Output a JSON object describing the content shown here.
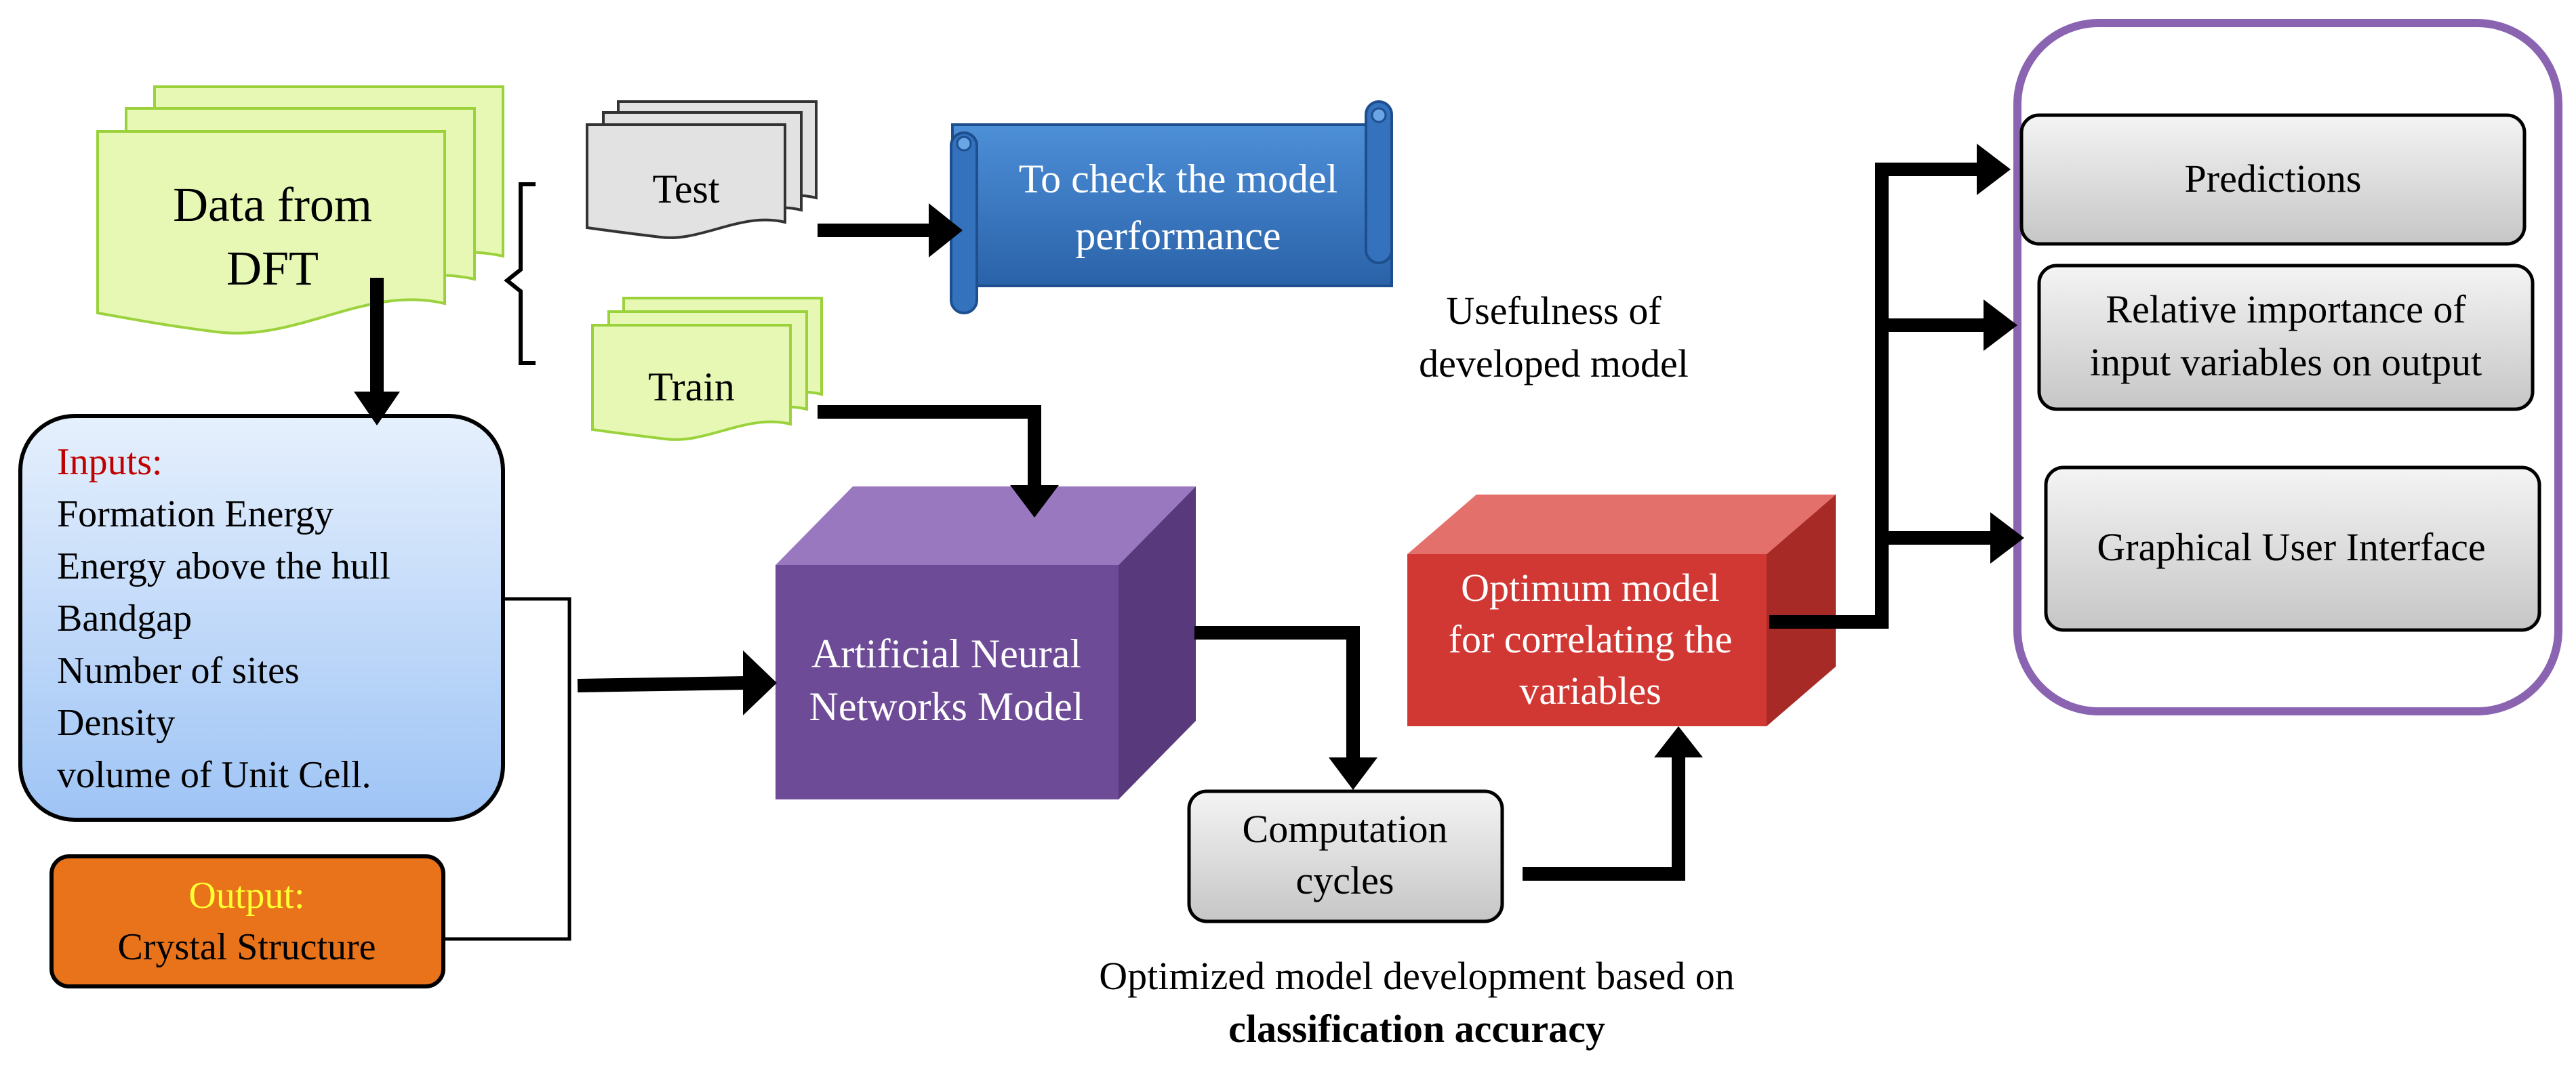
{
  "colors": {
    "doc_fill": "#e6f8b4",
    "doc_stroke": "#9bd23c",
    "test_fill": "#e2e2e2",
    "scroll_fill": "#3e7fc9",
    "inputs_fill": "#cfe3fb",
    "output_fill": "#e8731a",
    "ann_front": "#6e4b97",
    "ann_top": "#9a78c0",
    "ann_side": "#583a7c",
    "opt_front": "#d13834",
    "opt_top": "#e4706b",
    "opt_side": "#a82a27",
    "gray_box": "#dadada",
    "purple_frame": "#8b64b1",
    "label_red": "#c00000",
    "label_yellow": "#ffff33"
  },
  "nodes": {
    "data_dft": {
      "lines": [
        "Data from",
        "DFT"
      ],
      "icon": "stacked-documents-icon"
    },
    "test": {
      "label": "Test",
      "icon": "stacked-documents-icon"
    },
    "train": {
      "label": "Train",
      "icon": "stacked-documents-icon"
    },
    "check": {
      "lines": [
        "To check the model",
        "performance"
      ],
      "icon": "scroll-banner-icon"
    },
    "inputs": {
      "heading": "Inputs:",
      "items": [
        "Formation Energy",
        "Energy above the hull",
        "Bandgap",
        "Number of sites",
        "Density",
        "volume of Unit Cell."
      ]
    },
    "output": {
      "heading": "Output:",
      "value": "Crystal Structure"
    },
    "ann": {
      "lines": [
        "Artificial Neural",
        "Networks Model"
      ],
      "icon": "cube-icon"
    },
    "computation": {
      "lines": [
        "Computation",
        "cycles"
      ]
    },
    "optimum": {
      "lines": [
        "Optimum model",
        "for correlating the",
        "variables"
      ],
      "icon": "cube-icon"
    },
    "predictions": {
      "label": "Predictions"
    },
    "relative": {
      "lines": [
        "Relative importance of",
        "input variables on output"
      ]
    },
    "gui": {
      "label": "Graphical User Interface"
    }
  },
  "annotations": {
    "usefulness": [
      "Usefulness of",
      "developed model"
    ],
    "optimized": [
      "Optimized model development based on",
      "classification accuracy"
    ]
  }
}
